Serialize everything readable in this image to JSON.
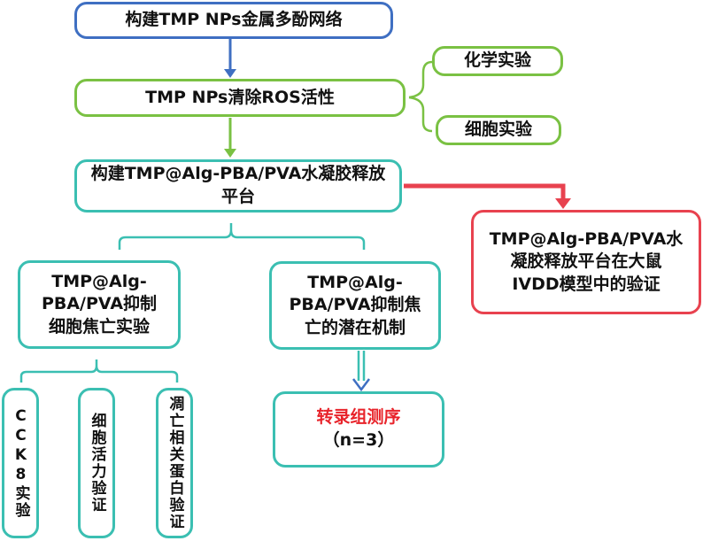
{
  "nodes": {
    "mpn": "构建TMP NPs金属多酚网络",
    "ros": "TMP NPs清除ROS活性",
    "chem": "化学实验",
    "cell": "细胞实验",
    "hydrogel": "构建TMP@Alg-PBA/PVA水凝胶释放平台",
    "rat": "TMP@Alg-PBA/PVA水凝胶释放平台在大鼠IVDD模型中的验证",
    "inhibit": "TMP@Alg-PBA/PVA抑制细胞焦亡实验",
    "mechanism": "TMP@Alg-PBA/PVA抑制焦亡的潜在机制",
    "cck8": "CCK8实验",
    "viability": "细胞活力验证",
    "protein": "凋亡相关蛋白验证",
    "seq_title": "转录组测序",
    "seq_n": "（n=3）"
  },
  "colors": {
    "blue": "#4472c4",
    "green": "#7ac143",
    "teal": "#3bbfb2",
    "red": "#e8424f",
    "red_text": "#e8232a"
  }
}
